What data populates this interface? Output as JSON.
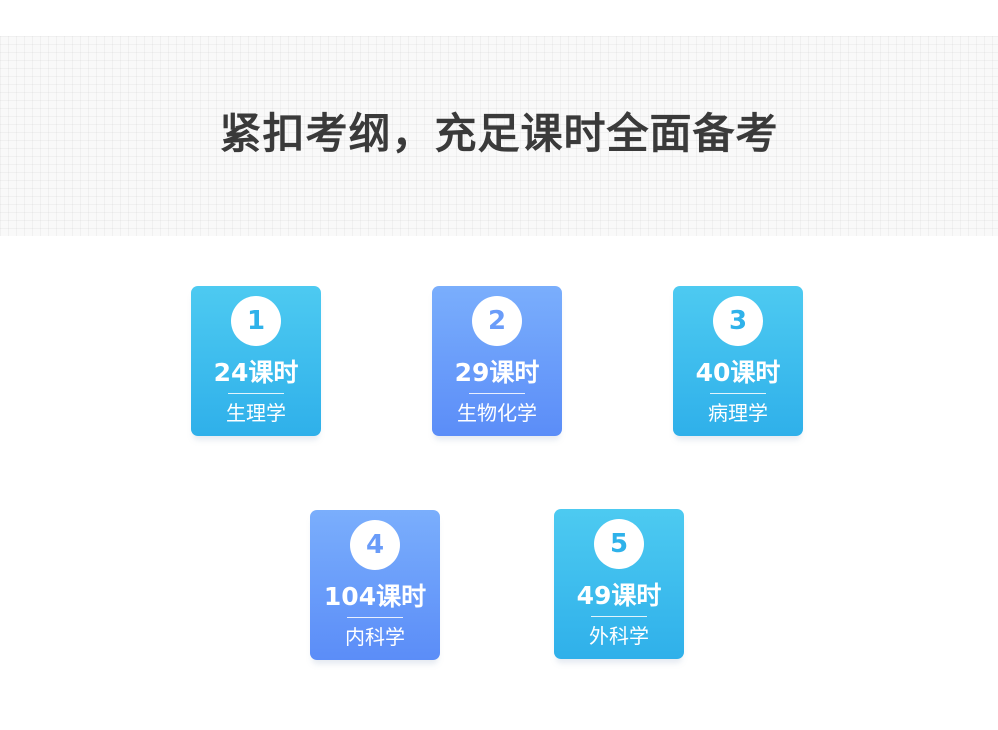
{
  "title": "紧扣考纲，充足课时全面备考",
  "cards": [
    {
      "number": "1",
      "hours": "24课时",
      "subject": "生理学",
      "color": "#3dbdee"
    },
    {
      "number": "2",
      "hours": "29课时",
      "subject": "生物化学",
      "color": "#6a9cf9"
    },
    {
      "number": "3",
      "hours": "40课时",
      "subject": "病理学",
      "color": "#3dbdee"
    },
    {
      "number": "4",
      "hours": "104课时",
      "subject": "内科学",
      "color": "#6a9cf9"
    },
    {
      "number": "5",
      "hours": "49课时",
      "subject": "外科学",
      "color": "#3dbdee"
    }
  ]
}
